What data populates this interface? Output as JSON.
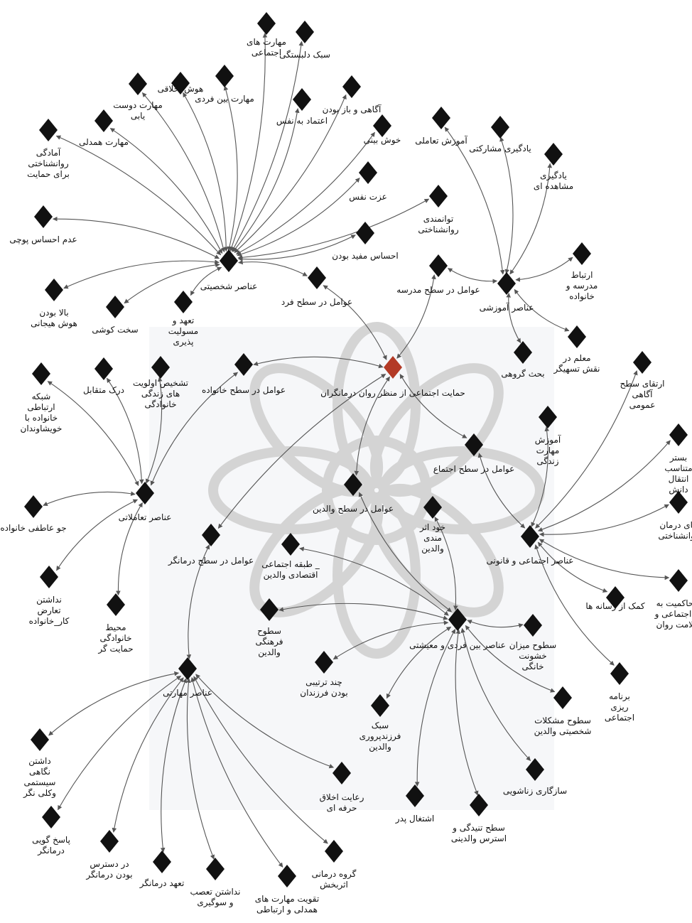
{
  "diagram": {
    "colors": {
      "node": "#111111",
      "center_node": "#b33a26",
      "edge": "#555555",
      "watermark": "#d4d4d4"
    },
    "nodes": [
      {
        "id": "center",
        "label": "حمایت اجتماعی از منظر روان درمانگران",
        "center": true
      },
      {
        "id": "f_family",
        "label": "عوامل در سطح خانواده"
      },
      {
        "id": "f_individual",
        "label": "عوامل در سطح فرد"
      },
      {
        "id": "f_school",
        "label": "عوامل در سطح مدرسه"
      },
      {
        "id": "f_society",
        "label": "عوامل در سطح اجتماع"
      },
      {
        "id": "f_parents",
        "label": "عوامل در سطح والدین"
      },
      {
        "id": "f_therapist",
        "label": "عوامل در سطح درمانگر"
      },
      {
        "id": "personality",
        "label": "عناصر شخصیتی"
      },
      {
        "id": "educational",
        "label": "عناصر آموزشی"
      },
      {
        "id": "interactional",
        "label": "عناصر تعاملاتی"
      },
      {
        "id": "social_legal",
        "label": "عناصر اجتماعی و قانونی"
      },
      {
        "id": "interpersonal",
        "label": "عناصر بین فردی و معیشتی"
      },
      {
        "id": "skills",
        "label": "عناصر مهارتی"
      },
      {
        "id": "style_att",
        "label": "سبک دلبستگی"
      },
      {
        "id": "social_sk",
        "label": "مهارت های اجتماعی"
      },
      {
        "id": "moral_int",
        "label": "هوش اخلاقی"
      },
      {
        "id": "interp_sk",
        "label": "مهارت بین فردی"
      },
      {
        "id": "friend_sk",
        "label": "مهارت دوست یابی"
      },
      {
        "id": "empathy",
        "label": "مهارت همدلی"
      },
      {
        "id": "aware",
        "label": "آگاهی و باز بودن"
      },
      {
        "id": "self_conf",
        "label": "اعتماد به نفس"
      },
      {
        "id": "optimism",
        "label": "خوش بینی"
      },
      {
        "id": "readiness",
        "label": "آمادگی روانشناختی برای حمایت"
      },
      {
        "id": "self_esteem",
        "label": "عزت نفس"
      },
      {
        "id": "psych_cap",
        "label": "توانمندی روانشناختی"
      },
      {
        "id": "useful",
        "label": "احساس مفید بودن"
      },
      {
        "id": "no_empty",
        "label": "عدم احساس پوچی"
      },
      {
        "id": "emo_int",
        "label": "بالا بودن هوش هیجانی"
      },
      {
        "id": "diligence",
        "label": "سخت کوشی"
      },
      {
        "id": "commit",
        "label": "تعهد و مسولیت پذیری"
      },
      {
        "id": "interactive_edu",
        "label": "آموزش تعاملی"
      },
      {
        "id": "particip_learn",
        "label": "یادگیری مشارکتی"
      },
      {
        "id": "observ_learn",
        "label": "یادگیری مشاهده ای"
      },
      {
        "id": "school_family",
        "label": "ارتباط مدرسه و خانواده"
      },
      {
        "id": "teacher",
        "label": "معلم در نقش تسهیگر"
      },
      {
        "id": "group_disc",
        "label": "بحث گروهی"
      },
      {
        "id": "mutual",
        "label": "درک متقابل"
      },
      {
        "id": "priority",
        "label": "تشخیص اولویت های زندگی خانوادگی"
      },
      {
        "id": "network",
        "label": "شبکه ارتباطی خانواده با خویشاوندان"
      },
      {
        "id": "climate",
        "label": "جو عاطفی خانواده"
      },
      {
        "id": "no_conflict",
        "label": "نداشتن تعارض کار_خانواده"
      },
      {
        "id": "supp_env",
        "label": "محیط خانوادگی حمایت گر"
      },
      {
        "id": "awareness_up",
        "label": "ارتقای سطح آگاهی عمومی"
      },
      {
        "id": "life_sk",
        "label": "آموزش مهارت زندگی"
      },
      {
        "id": "knowledge",
        "label": "بستر متناسب انتقال دانش"
      },
      {
        "id": "therapy_centers",
        "label": "های درمان روانشناختی"
      },
      {
        "id": "governance",
        "label": "ه حاکمیت به ت اجتماعی و سلامت روان"
      },
      {
        "id": "media",
        "label": "کمک از رسانه ها"
      },
      {
        "id": "planning",
        "label": "برنامه ریزی اجتماعی"
      },
      {
        "id": "self_efficacy",
        "label": "خود اثر مندی والدین"
      },
      {
        "id": "ses",
        "label": "طبقه اجتماعی _ اقتصادی والدین"
      },
      {
        "id": "culture",
        "label": "سطوح فرهنگی والدین"
      },
      {
        "id": "multichild",
        "label": "چند ترتیبی بودن فرزندان"
      },
      {
        "id": "parenting",
        "label": "سبک فرزندپروری والدین"
      },
      {
        "id": "violence",
        "label": "سطوح میزان خشونت خانگی"
      },
      {
        "id": "problems",
        "label": "سطوح مشکلات شخصیتی والدین"
      },
      {
        "id": "marital",
        "label": "سازگاری زناشویی"
      },
      {
        "id": "stress",
        "label": "سطح تنیدگی و استرس والدینی"
      },
      {
        "id": "father_job",
        "label": "اشتغال پدر"
      },
      {
        "id": "ethics",
        "label": "رعایت اخلاق حرفه ای"
      },
      {
        "id": "systemic",
        "label": "داشتن نگاهی سیستمی وکلی نگر"
      },
      {
        "id": "respons",
        "label": "پاسخ گویی درمانگر"
      },
      {
        "id": "access",
        "label": "در دسترس بودن درمانگر"
      },
      {
        "id": "commit_t",
        "label": "تعهد درمانگر"
      },
      {
        "id": "no_bias",
        "label": "نداشتن تعصب و سوگیری"
      },
      {
        "id": "empathy_comm",
        "label": "تقویت مهارت های همدلی و ارتباطی"
      },
      {
        "id": "group_therapy",
        "label": "گروه درمانی اثربخش"
      }
    ],
    "edges": [
      [
        "center",
        "f_family"
      ],
      [
        "center",
        "f_individual"
      ],
      [
        "center",
        "f_school"
      ],
      [
        "center",
        "f_society"
      ],
      [
        "center",
        "f_parents"
      ],
      [
        "center",
        "f_therapist"
      ],
      [
        "f_individual",
        "personality"
      ],
      [
        "f_school",
        "educational"
      ],
      [
        "f_family",
        "interactional"
      ],
      [
        "f_society",
        "social_legal"
      ],
      [
        "f_parents",
        "interpersonal"
      ],
      [
        "f_therapist",
        "skills"
      ],
      [
        "personality",
        "style_att"
      ],
      [
        "personality",
        "social_sk"
      ],
      [
        "personality",
        "moral_int"
      ],
      [
        "personality",
        "interp_sk"
      ],
      [
        "personality",
        "friend_sk"
      ],
      [
        "personality",
        "empathy"
      ],
      [
        "personality",
        "aware"
      ],
      [
        "personality",
        "self_conf"
      ],
      [
        "personality",
        "optimism"
      ],
      [
        "personality",
        "readiness"
      ],
      [
        "personality",
        "self_esteem"
      ],
      [
        "personality",
        "psych_cap"
      ],
      [
        "personality",
        "useful"
      ],
      [
        "personality",
        "no_empty"
      ],
      [
        "personality",
        "emo_int"
      ],
      [
        "personality",
        "diligence"
      ],
      [
        "personality",
        "commit"
      ],
      [
        "educational",
        "interactive_edu"
      ],
      [
        "educational",
        "particip_learn"
      ],
      [
        "educational",
        "observ_learn"
      ],
      [
        "educational",
        "school_family"
      ],
      [
        "educational",
        "teacher"
      ],
      [
        "educational",
        "group_disc"
      ],
      [
        "interactional",
        "mutual"
      ],
      [
        "interactional",
        "priority"
      ],
      [
        "interactional",
        "network"
      ],
      [
        "interactional",
        "climate"
      ],
      [
        "interactional",
        "no_conflict"
      ],
      [
        "interactional",
        "supp_env"
      ],
      [
        "social_legal",
        "awareness_up"
      ],
      [
        "social_legal",
        "life_sk"
      ],
      [
        "social_legal",
        "knowledge"
      ],
      [
        "social_legal",
        "therapy_centers"
      ],
      [
        "social_legal",
        "governance"
      ],
      [
        "social_legal",
        "media"
      ],
      [
        "social_legal",
        "planning"
      ],
      [
        "interpersonal",
        "self_efficacy"
      ],
      [
        "interpersonal",
        "ses"
      ],
      [
        "interpersonal",
        "culture"
      ],
      [
        "interpersonal",
        "multichild"
      ],
      [
        "interpersonal",
        "parenting"
      ],
      [
        "interpersonal",
        "violence"
      ],
      [
        "interpersonal",
        "problems"
      ],
      [
        "interpersonal",
        "marital"
      ],
      [
        "interpersonal",
        "stress"
      ],
      [
        "interpersonal",
        "father_job"
      ],
      [
        "skills",
        "ethics"
      ],
      [
        "skills",
        "systemic"
      ],
      [
        "skills",
        "respons"
      ],
      [
        "skills",
        "access"
      ],
      [
        "skills",
        "commit_t"
      ],
      [
        "skills",
        "no_bias"
      ],
      [
        "skills",
        "empathy_comm"
      ],
      [
        "skills",
        "group_therapy"
      ]
    ]
  }
}
